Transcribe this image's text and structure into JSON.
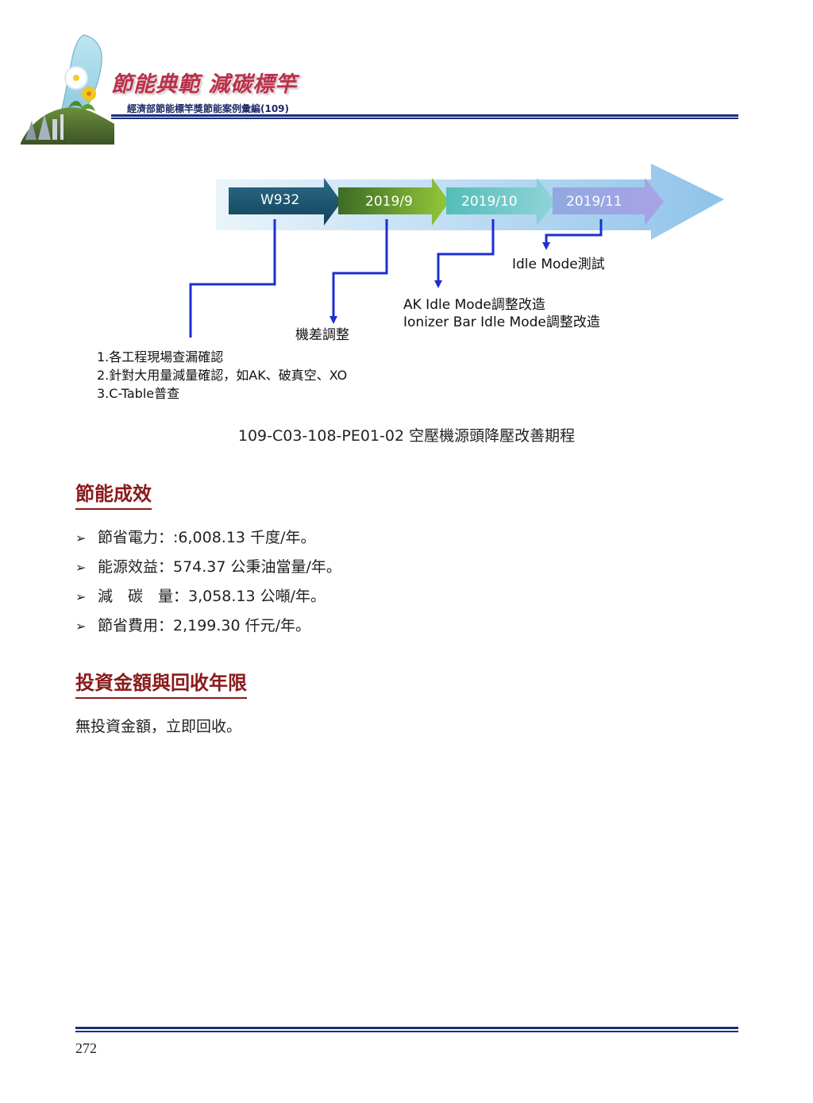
{
  "header": {
    "brand_title": "節能典範 減碳標竿",
    "brand_subtitle": "經濟部節能標竿獎節能案例彙編(109)"
  },
  "timeline": {
    "steps": [
      "W932",
      "2019/9",
      "2019/10",
      "2019/11"
    ],
    "idle_mode_test": "Idle Mode測試",
    "ak_line1": "AK Idle Mode調整改造",
    "ak_line2": "Ionizer Bar Idle Mode調整改造",
    "machine_diff": "機差調整",
    "checklist": [
      "1.各工程現場查漏確認",
      "2.針對大用量減量確認，如AK、破真空、XO",
      "3.C-Table普查"
    ],
    "caption": "109-C03-108-PE01-02 空壓機源頭降壓改善期程"
  },
  "results": {
    "heading": "節能成效",
    "items": [
      "節省電力：:6,008.13 千度/年。",
      "能源效益：574.37 公秉油當量/年。",
      "減　碳　量：3,058.13 公噸/年。",
      "節省費用：2,199.30 仟元/年。"
    ],
    "bullet": "➢"
  },
  "investment": {
    "heading": "投資金額與回收年限",
    "text": "無投資金額，立即回收。"
  },
  "footer": {
    "page_number": "272"
  },
  "colors": {
    "accent_red": "#8b1a1a",
    "rule_blue": "#1c2e7a",
    "connector_blue": "#1d2fd0"
  }
}
